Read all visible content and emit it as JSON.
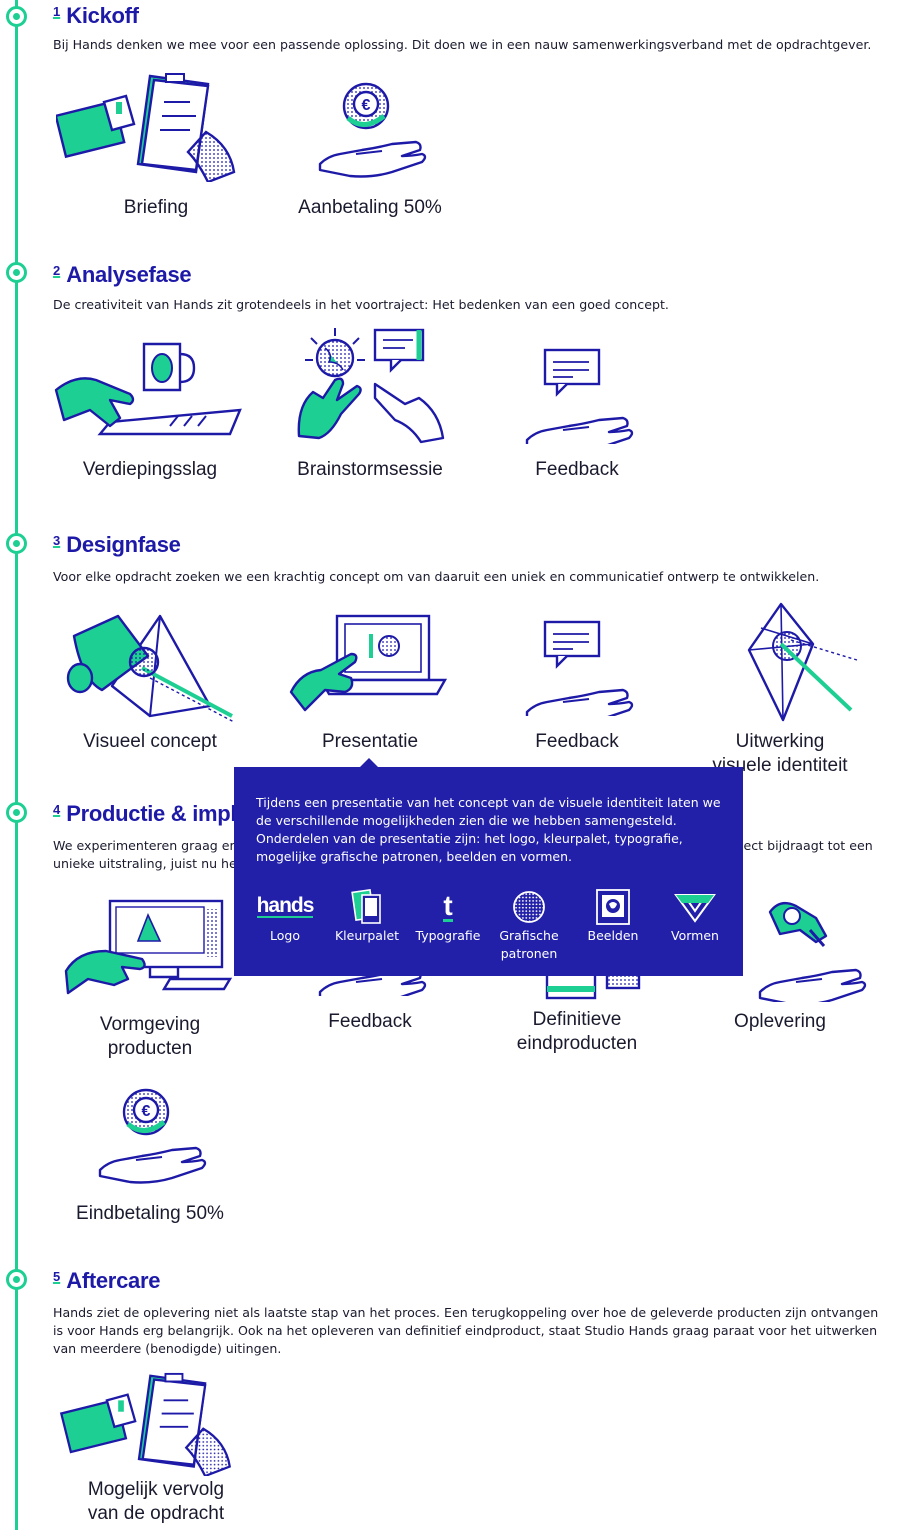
{
  "phases": [
    {
      "num": "1",
      "name": "Kickoff",
      "desc": "Bij Hands denken we mee voor een  passende oplossing. Dit doen we in een nauw samenwerkingsverband met de opdrachtgever.",
      "steps": [
        "Briefing",
        "Aanbetaling 50%"
      ]
    },
    {
      "num": "2",
      "name": "Analysefase",
      "desc": "De creativiteit van Hands zit grotendeels in het voortraject: Het bedenken van een goed concept.",
      "steps": [
        "Verdiepingsslag",
        "Brainstormsessie",
        "Feedback"
      ]
    },
    {
      "num": "3",
      "name": "Designfase",
      "desc": "Voor elke opdracht zoeken we een krachtig concept om van daaruit een uniek en communicatief ontwerp te ontwikkelen.",
      "steps": [
        "Visueel concept",
        "Presentatie",
        "Feedback",
        "Uitwerking\nvisuele identiteit"
      ]
    },
    {
      "num": "4",
      "name": "Productie & implementatie",
      "desc": "We experimenteren graag en werken met diverse materialen en technieken zodat elk onderdeel van een project bijdraagt tot een unieke uitstraling, juist nu het leven steeds meer digitaal wordt.",
      "steps": [
        "Vormgeving\nproducten",
        "Feedback",
        "Definitieve\neindproducten",
        "Oplevering",
        "Eindbetaling 50%"
      ]
    },
    {
      "num": "5",
      "name": "Aftercare",
      "desc": "Hands ziet de oplevering niet als laatste stap van het proces. Een terugkoppeling over hoe de geleverde producten zijn ontvangen is voor Hands erg belangrijk. Ook na het opleveren van definitief eindproduct, staat Studio Hands graag paraat voor het uitwerken van meerdere (benodigde) uitingen.",
      "steps": [
        "Mogelijk vervolg\nvan de opdracht"
      ]
    }
  ],
  "popup": {
    "text": "Tijdens een presentatie van het concept van de visuele identiteit laten we de verschillende mogelijkheden zien die we hebben samengesteld. Onderdelen  van de presentatie zijn: het logo, kleurpalet, typografie, mogelijke grafische patronen, beelden en vormen.",
    "logo_text": "hands",
    "t_glyph": "t",
    "options": [
      "Logo",
      "Kleurpalet",
      "Typografie",
      "Grafische\npatronen",
      "Beelden",
      "Vormen"
    ]
  },
  "colors": {
    "accent": "#1ecf94",
    "navy": "#1e1aa8",
    "popup": "#2220a8"
  }
}
